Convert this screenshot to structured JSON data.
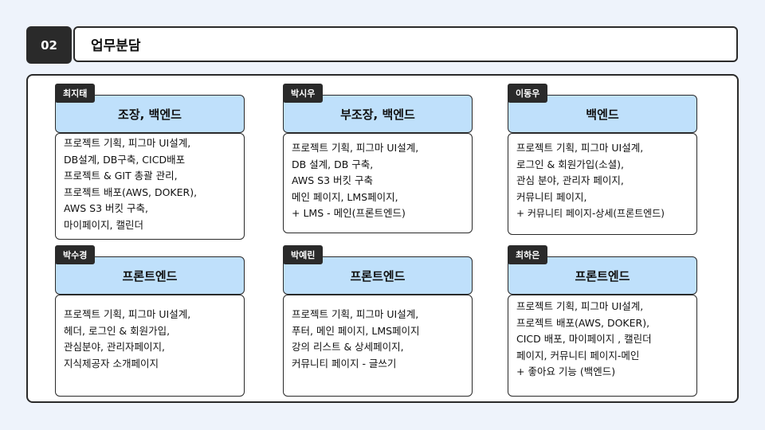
{
  "header": {
    "section_number": "02",
    "title": "업무분담"
  },
  "cards": [
    {
      "name": "최지태",
      "role": "조장, 백엔드",
      "lines": [
        "프로젝트 기획, 피그마 UI설계,",
        "DB설계, DB구축, CICD배포",
        "프로젝트 & GIT 총괄 관리,",
        "프로젝트 배포(AWS, DOKER),",
        " AWS S3 버킷 구축,",
        "마이페이지, 캘린더"
      ]
    },
    {
      "name": "박시우",
      "role": "부조장, 백엔드",
      "lines": [
        "프로젝트 기획, 피그마 UI설계,",
        "DB 설계, DB 구축,",
        "AWS S3 버킷 구축",
        "메인 페이지, LMS페이지,",
        "+ LMS - 메인(프론트엔드)"
      ]
    },
    {
      "name": "이동우",
      "role": "백엔드",
      "lines": [
        "프로젝트 기획, 피그마 UI설계,",
        "로그인 & 회원가입(소셜),",
        "관심 분야, 관리자 페이지,",
        "커뮤니티 페이지,",
        "+ 커뮤니티 페이지-상세(프론트엔드)"
      ]
    },
    {
      "name": "박수경",
      "role": "프론트엔드",
      "lines": [
        "프로젝트 기획, 피그마 UI설계,",
        "헤더, 로그인 & 회원가입,",
        "관심분야, 관리자페이지,",
        "지식제공자 소개페이지"
      ]
    },
    {
      "name": "박예린",
      "role": "프론트엔드",
      "lines": [
        "프로젝트 기획, 피그마 UI설계,",
        "푸터, 메인 페이지, LMS페이지",
        "강의 리스트 & 상세페이지,",
        "커뮤니티 페이지 - 글쓰기"
      ]
    },
    {
      "name": "최하은",
      "role": "프론트엔드",
      "lines": [
        "프로젝트 기획, 피그마 UI설계,",
        "프로젝트 배포(AWS, DOKER),",
        "CICD 배포, 마이페이지 , 캘린더",
        "페이지, 커뮤니티 페이지-메인",
        "+ 좋아요 기능 (백엔드)"
      ]
    }
  ]
}
